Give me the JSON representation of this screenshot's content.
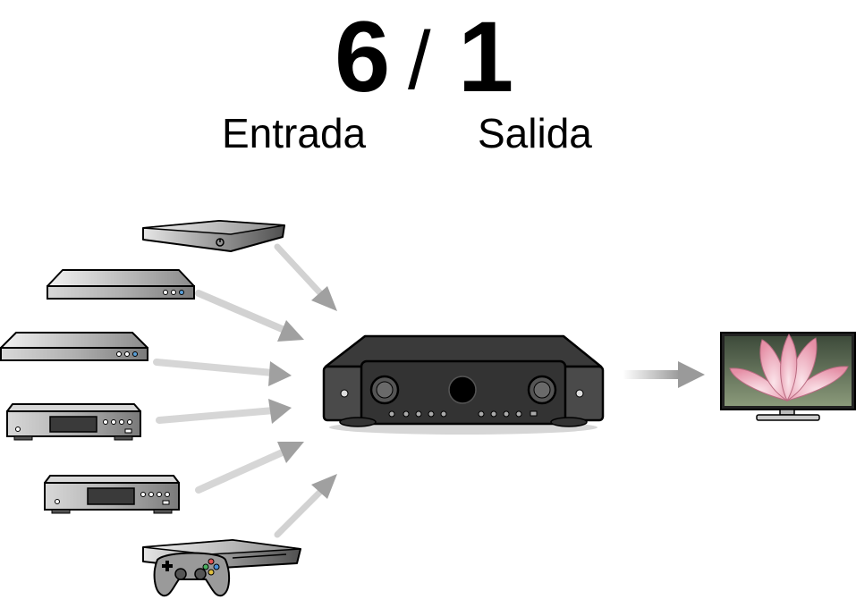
{
  "header": {
    "inputs_count": "6",
    "separator": "/",
    "outputs_count": "1",
    "inputs_label": "Entrada",
    "outputs_label": "Salida"
  },
  "devices": {
    "inputs": [
      {
        "name": "streaming-box",
        "icon": "set-top-box-icon"
      },
      {
        "name": "blu-ray-player",
        "icon": "disc-player-icon"
      },
      {
        "name": "dvd-player",
        "icon": "disc-player-icon"
      },
      {
        "name": "cd-player",
        "icon": "cd-player-icon"
      },
      {
        "name": "media-player",
        "icon": "cd-player-icon"
      },
      {
        "name": "game-console",
        "icon": "game-console-icon"
      }
    ],
    "hub": {
      "name": "av-receiver",
      "icon": "av-receiver-icon"
    },
    "output": {
      "name": "television",
      "icon": "tv-icon"
    }
  },
  "colors": {
    "text": "#000000",
    "arrow": "#9a9a9a",
    "device_body": "#6b6b6b",
    "receiver_body": "#3a3a3a",
    "tv_screen": "#e8a6b8"
  }
}
